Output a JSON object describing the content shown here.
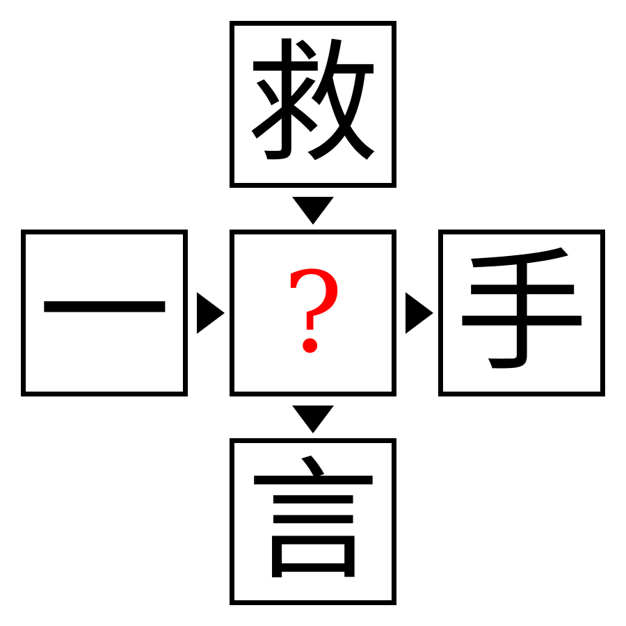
{
  "puzzle": {
    "top": "救",
    "left": "一",
    "center": "?",
    "right": "手",
    "bottom": "言"
  },
  "colors": {
    "question_mark": "#ff0000",
    "text": "#000000",
    "border": "#000000"
  },
  "icons": {
    "top_arrow": "triangle-down-icon",
    "bottom_arrow": "triangle-down-icon",
    "left_arrow": "triangle-right-icon",
    "right_arrow": "triangle-right-icon"
  }
}
